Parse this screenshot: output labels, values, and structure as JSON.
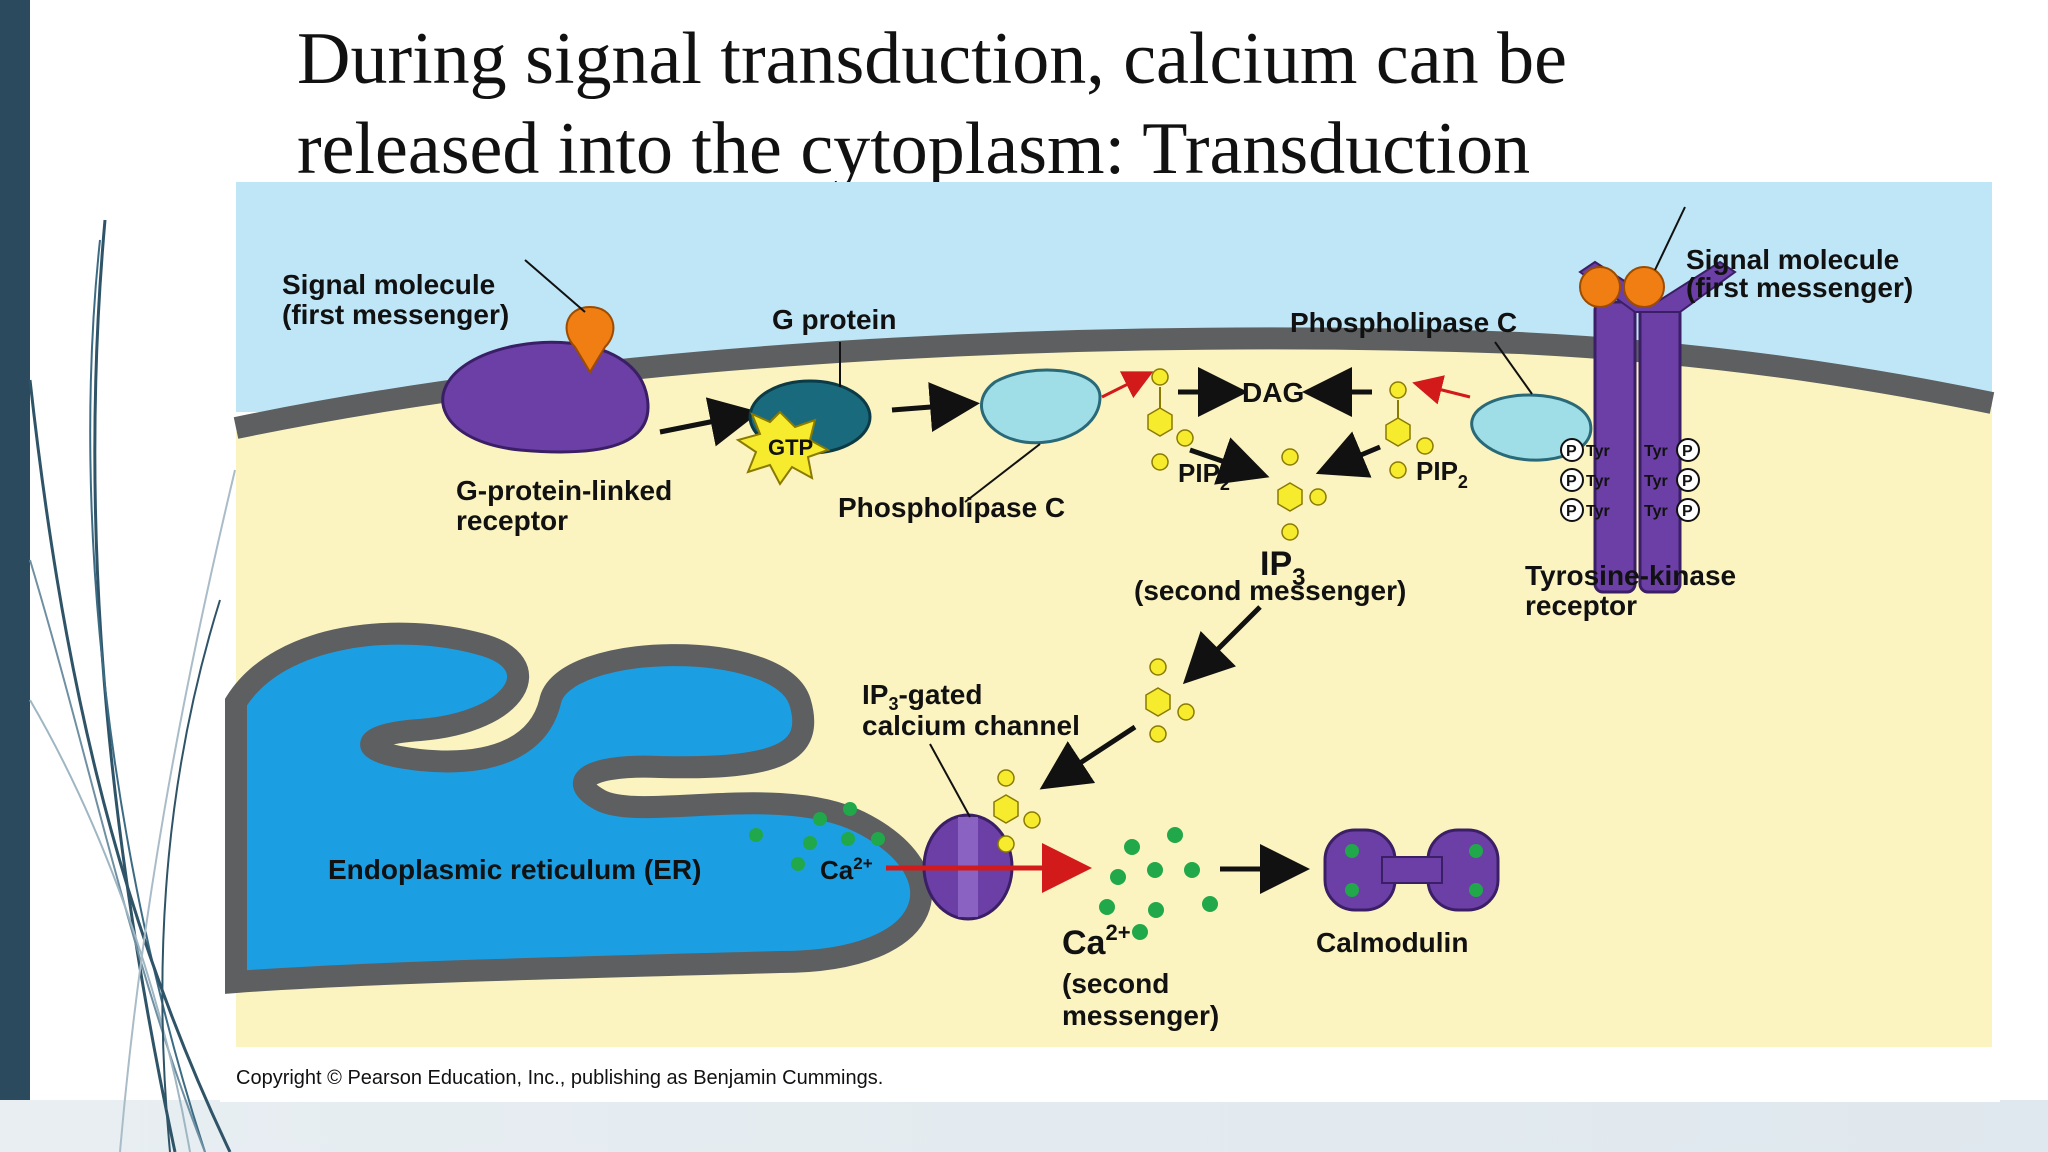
{
  "slide": {
    "title_line1": "During signal transduction, calcium can be",
    "title_line2": "released into the cytoplasm: Transduction"
  },
  "diagram": {
    "labels": {
      "signal_molecule_left_1": "Signal molecule",
      "signal_molecule_left_2": "(first messenger)",
      "signal_molecule_right_1": "Signal molecule",
      "signal_molecule_right_2": "(first messenger)",
      "g_protein": "G protein",
      "gtp": "GTP",
      "phospholipase_c_top": "Phospholipase C",
      "phospholipase_c_bottom": "Phospholipase C",
      "g_protein_receptor_1": "G-protein-linked",
      "g_protein_receptor_2": "receptor",
      "dag": "DAG",
      "pip2": "PIP",
      "pip2_sub": "2",
      "ip3": "IP",
      "ip3_sub": "3",
      "ip3_desc": "(second messenger)",
      "tyrosine_kinase_1": "Tyrosine-kinase",
      "tyrosine_kinase_2": "receptor",
      "tyr": "Tyr",
      "phosphate": "P",
      "ip3_gated_1a": "IP",
      "ip3_gated_1b": "3",
      "ip3_gated_1c": "-gated",
      "ip3_gated_2": "calcium channel",
      "er": "Endoplasmic reticulum (ER)",
      "ca_er": "Ca",
      "ca_sup": "2+",
      "ca_cyto": "Ca",
      "ca_cyto_desc_1": "(second",
      "ca_cyto_desc_2": "messenger)",
      "calmodulin": "Calmodulin"
    },
    "copyright": "Copyright © Pearson Education, Inc., publishing as Benjamin Cummings.",
    "colors": {
      "extracellular": "#bfe6f6",
      "cytoplasm": "#fbf4c1",
      "membrane": "#5d5f61",
      "er_lumen": "#1c9ee2",
      "receptor": "#6b3fa6",
      "g_protein": "#1a6a7e",
      "phospholipase": "#9fdde7",
      "signal": "#f07e12",
      "messenger_molecule": "#f6ec2d",
      "calcium": "#21a84a",
      "arrow_red": "#d21a1a"
    }
  }
}
